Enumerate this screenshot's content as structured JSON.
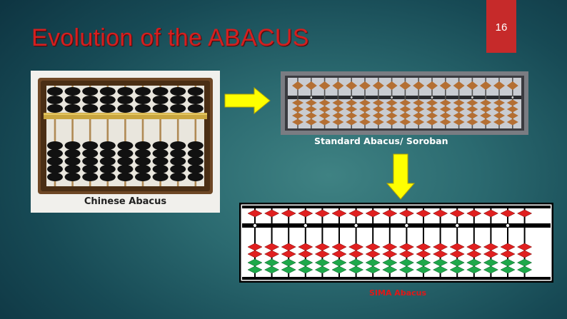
{
  "slide": {
    "title": "Evolution of the ABACUS",
    "page_number": "16"
  },
  "images": {
    "chinese": {
      "caption": "Chinese Abacus"
    },
    "soroban": {
      "caption": "Standard Abacus/ Soroban"
    },
    "sima": {
      "caption": "SIMA Abacus"
    }
  },
  "colors": {
    "title": "#d41f1f",
    "page_badge": "#c62a2a",
    "arrow": "#ffff00",
    "sima_upper_bead": "#e02020",
    "sima_lower_bead": "#1ea84a",
    "soroban_bead": "#b46f33"
  },
  "icons": {
    "right_arrow": "right-arrow-icon",
    "down_arrow": "down-arrow-icon"
  }
}
